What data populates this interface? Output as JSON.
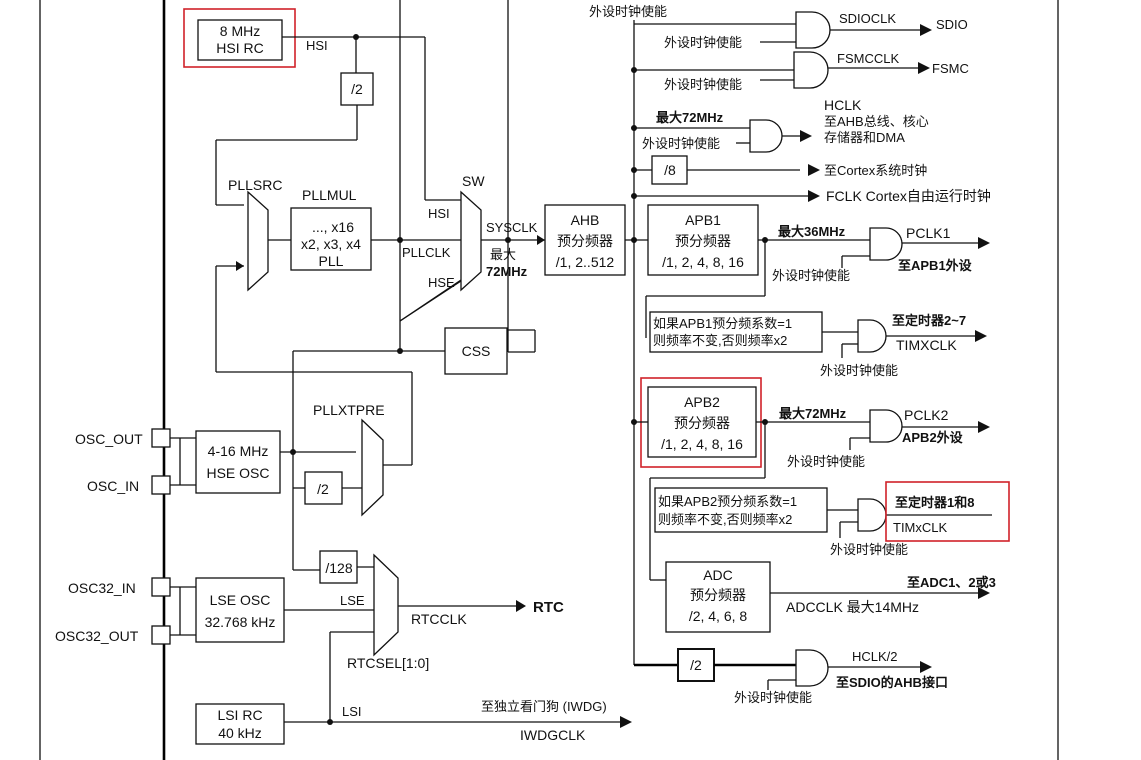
{
  "oscillators": {
    "hsi_rc": [
      "8 MHz",
      "HSI RC"
    ],
    "hse_osc": [
      "4-16 MHz",
      "HSE OSC"
    ],
    "lse_osc": [
      "LSE OSC",
      "32.768 kHz"
    ],
    "lsi_rc": [
      "LSI RC",
      "40 kHz"
    ]
  },
  "pins": {
    "osc_out": "OSC_OUT",
    "osc_in": "OSC_IN",
    "osc32_in": "OSC32_IN",
    "osc32_out": "OSC32_OUT"
  },
  "signals": {
    "hsi": "HSI",
    "hse": "HSE",
    "lse": "LSE",
    "lsi": "LSI",
    "pllclk": "PLLCLK",
    "sysclk": "SYSCLK",
    "rtcclk": "RTCCLK",
    "rtc": "RTC",
    "iwdgclk": "IWDGCLK"
  },
  "blocks": {
    "pllsrc": "PLLSRC",
    "pllmul": "PLLMUL",
    "pll_lines": [
      "..., x16",
      "x2, x3, x4",
      "PLL"
    ],
    "sw": "SW",
    "css": "CSS",
    "pllxtpre": "PLLXTPRE",
    "div2": "/2",
    "div128": "/128",
    "div8": "/8",
    "rtcsel": "RTCSEL[1:0]",
    "ahb": [
      "AHB",
      "预分频器",
      "/1, 2..512"
    ],
    "apb1": [
      "APB1",
      "预分频器",
      "/1, 2, 4, 8, 16"
    ],
    "apb2": [
      "APB2",
      "预分频器",
      "/1, 2, 4, 8, 16"
    ],
    "adc": [
      "ADC",
      "预分频器",
      "/2, 4, 6, 8"
    ],
    "apb1_timer_note": [
      "如果APB1预分频系数=1",
      "则频率不变,否则频率x2"
    ],
    "apb2_timer_note": [
      "如果APB2预分频系数=1",
      "则频率不变,否则频率x2"
    ]
  },
  "limits": {
    "sys_max": [
      "最大",
      "72MHz"
    ],
    "hclk_max": "最大72MHz",
    "apb1_max": "最大36MHz",
    "apb2_max": "最大72MHz"
  },
  "outputs": {
    "periph_enable": "外设时钟使能",
    "sdioclk": "SDIOCLK",
    "sdio": "SDIO",
    "fsmcclk": "FSMCCLK",
    "fsmc": "FSMC",
    "hclk": "HCLK",
    "hclk_dest": [
      "至AHB总线、核心",
      "存储器和DMA"
    ],
    "cortex_sys": "至Cortex系统时钟",
    "fclk": "FCLK Cortex自由运行时钟",
    "pclk1": "PCLK1",
    "pclk1_dest": "至APB1外设",
    "timer27": "至定时器2~7",
    "timxclk_upper": "TIMXCLK",
    "pclk2": "PCLK2",
    "pclk2_dest": "APB2外设",
    "timer18": "至定时器1和8",
    "timxclk_lower": "TIMxCLK",
    "adc_dest": "至ADC1、2或3",
    "adcclk": "ADCCLK  最大14MHz",
    "hclk2": "HCLK/2",
    "sdio_ahb": "至SDIO的AHB接口",
    "iwdg_dest": "至独立看门狗  (IWDG)"
  }
}
